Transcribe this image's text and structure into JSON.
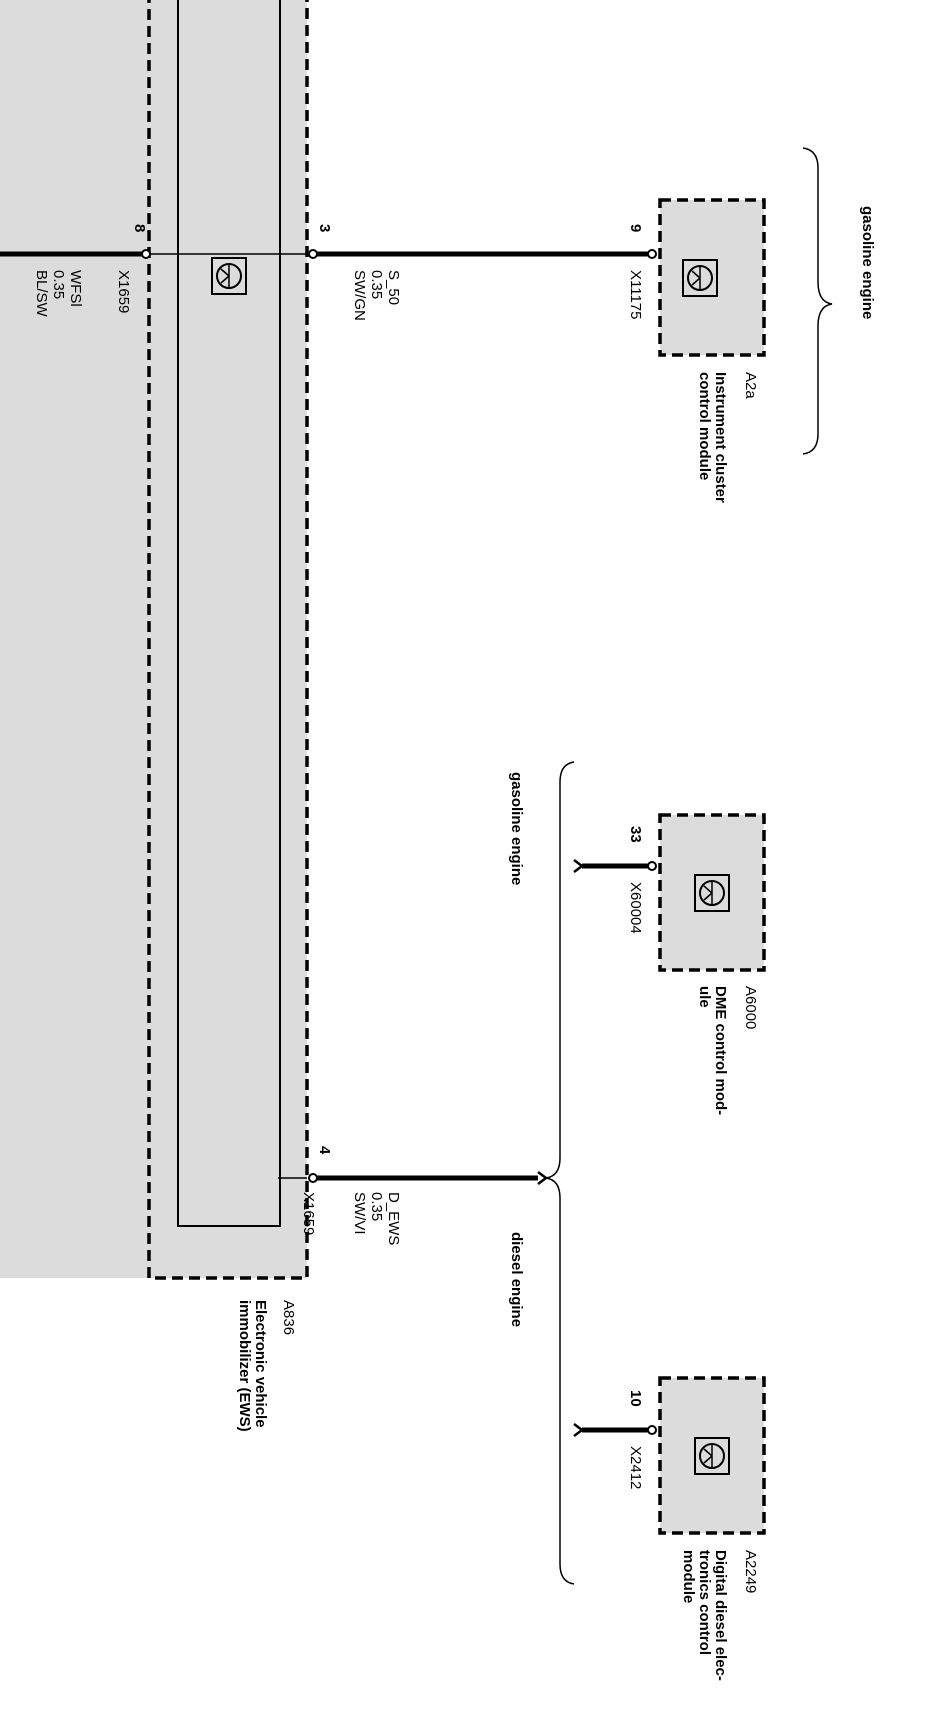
{
  "modules": {
    "ews": {
      "id": "A836",
      "name_lines": [
        "Electronic vehicle",
        "immobilizer (EWS)"
      ]
    },
    "instrument_cluster": {
      "id": "A2a",
      "name_lines": [
        "Instrument cluster",
        "control module"
      ],
      "connector": "X11175",
      "pin": "9"
    },
    "dme": {
      "id": "A6000",
      "name_lines": [
        "DME control mod-",
        "ule"
      ],
      "connector": "X60004",
      "pin": "33"
    },
    "dde": {
      "id": "A2249",
      "name_lines": [
        "Digital diesel elec-",
        "tronics control",
        "module"
      ],
      "connector": "X2412",
      "pin": "10"
    }
  },
  "wires": {
    "wfsl": {
      "pin": "8",
      "connector": "X1659",
      "signal": "WFSl",
      "size": "0.35",
      "color": "BL/SW"
    },
    "s50": {
      "pin": "3",
      "signal": "S_50",
      "size": "0.35",
      "color": "SW/GN"
    },
    "d_ews": {
      "pin": "4",
      "connector": "X1659",
      "signal": "D_EWS",
      "size": "0.35",
      "color": "SW/VI"
    }
  },
  "conditions": {
    "cluster_variant": "gasoline engine",
    "dme_variant": "gasoline engine",
    "dde_variant": "diesel engine"
  },
  "colors": {
    "module_fill": "#dcdcdc",
    "line": "#000000"
  }
}
